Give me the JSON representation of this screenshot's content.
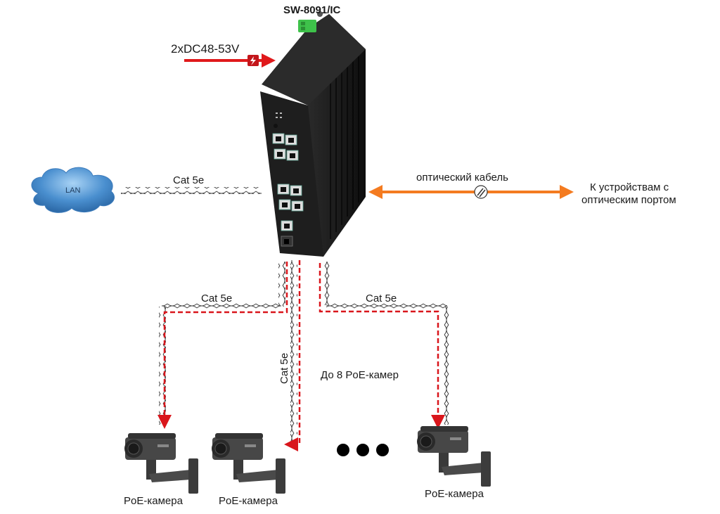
{
  "title": "SW-8091/IC",
  "power": {
    "label": "2xDC48-53V",
    "arrow_color": "#e0191b",
    "icon": "lightning-icon"
  },
  "lan": {
    "label": "LAN",
    "cloud_color": "#4a8fcf",
    "link_label": "Cat 5e"
  },
  "fiber": {
    "label": "оптический кабель",
    "arrow_color": "#f47b20",
    "target_label_line1": "К устройствам с",
    "target_label_line2": "оптическим портом",
    "icon": "fiber-connector-icon"
  },
  "switch": {
    "body_color": "#1e1e1e",
    "terminal_color": "#3ec24a",
    "rj45_ports": 9,
    "sfp_ports": 1
  },
  "cameras": {
    "links": [
      {
        "label": "Cat 5e"
      },
      {
        "label": "Cat 5e"
      },
      {
        "label": "Cat 5e"
      }
    ],
    "items": [
      {
        "label": "PoE-камера"
      },
      {
        "label": "PoE-камера"
      },
      {
        "label": "PoE-камера"
      }
    ],
    "count_note": "До 8 PoE-камер",
    "ellipsis_icon": "ellipsis-icon",
    "poe_line_color": "#d9161c"
  }
}
